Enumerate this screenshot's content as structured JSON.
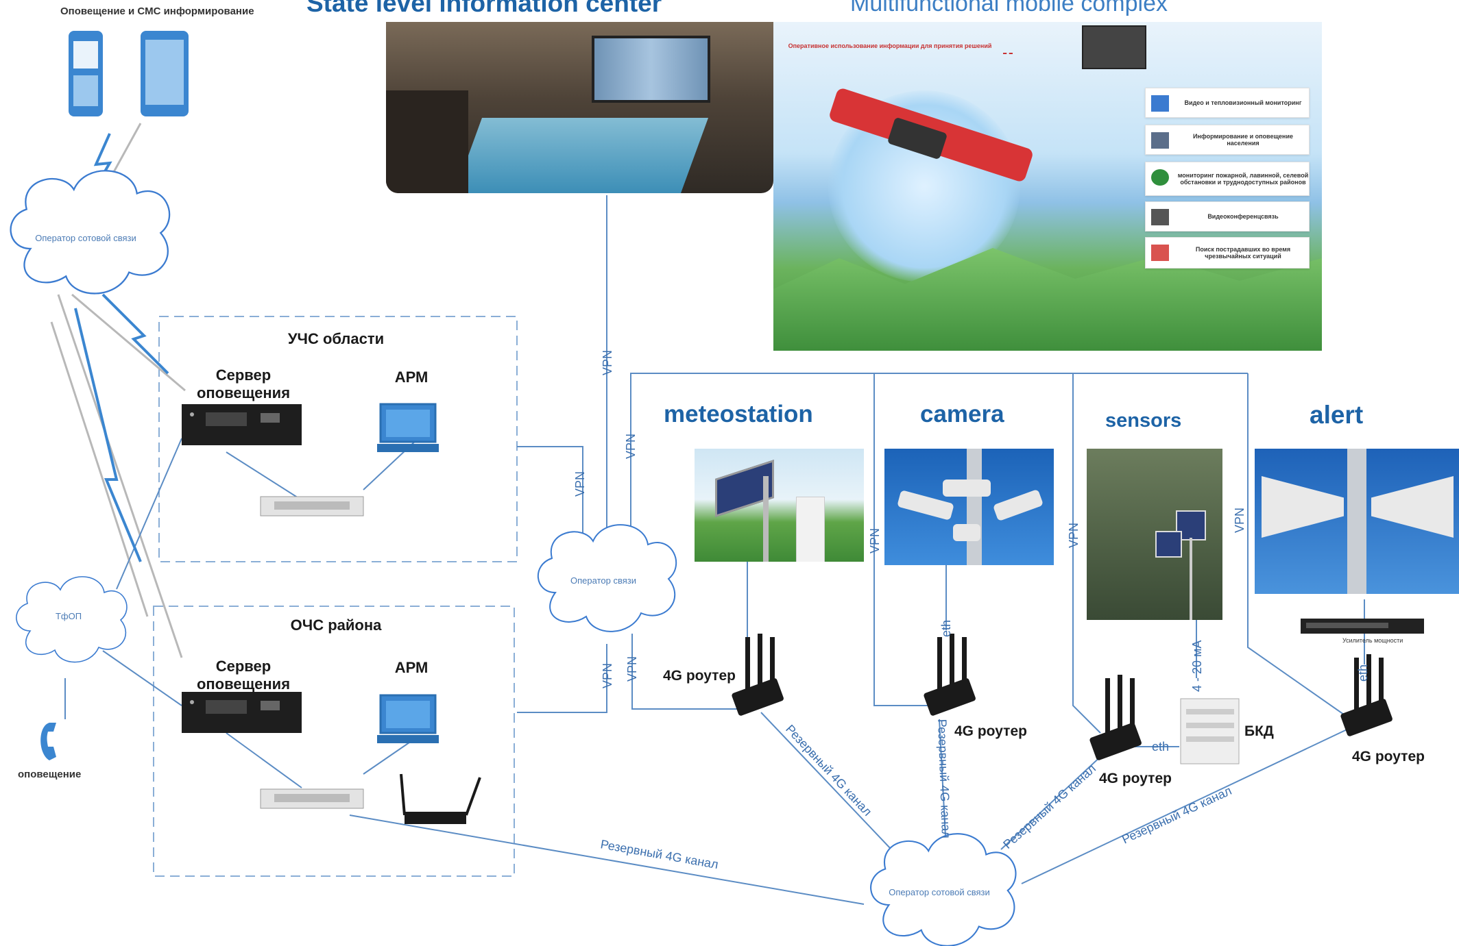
{
  "headings": {
    "top_left": "Оповещение и СМС информирование",
    "state_center": "State level information center",
    "mobile_complex": "Multifunctional mobile complex",
    "meteostation": "meteostation",
    "camera": "camera",
    "sensors": "sensors",
    "alert": "alert"
  },
  "regional": {
    "title": "УЧС области",
    "server": "Сервер оповещения",
    "arm": "АРМ"
  },
  "district": {
    "title": "ОЧС района",
    "server": "Сервер оповещения",
    "arm": "АРМ"
  },
  "clouds": {
    "cellular_top": "Оператор сотовой связи",
    "operator": "Оператор связи",
    "tfop": "ТфОП",
    "cellular_bottom": "Оператор сотовой связи"
  },
  "phone_label": "оповещение",
  "routers": {
    "meteo": "4G роутер",
    "camera": "4G роутер",
    "sensors": "4G роутер",
    "alert": "4G роутер"
  },
  "bkd": "БКД",
  "amplifier": "Усилитель мощности",
  "links": {
    "vpn": "VPN",
    "eth": "eth",
    "ma": "4 - 20 мА",
    "backup": "Резервный 4G канал"
  },
  "mobile_panel": {
    "top_note": "Оперативное использование информации для принятия решений",
    "features": [
      "Видео и тепловизионный мониторинг",
      "Информирование и оповещение населения",
      "мониторинг пожарной, лавинной, селевой обстановки и труднодоступных районов",
      "Видеоконференцсвязь",
      "Поиск пострадавших во время чрезвычайных ситуаций"
    ]
  },
  "colors": {
    "accent": "#1d63a6",
    "line": "#5b8cc4",
    "dashed": "#8aaed6"
  }
}
